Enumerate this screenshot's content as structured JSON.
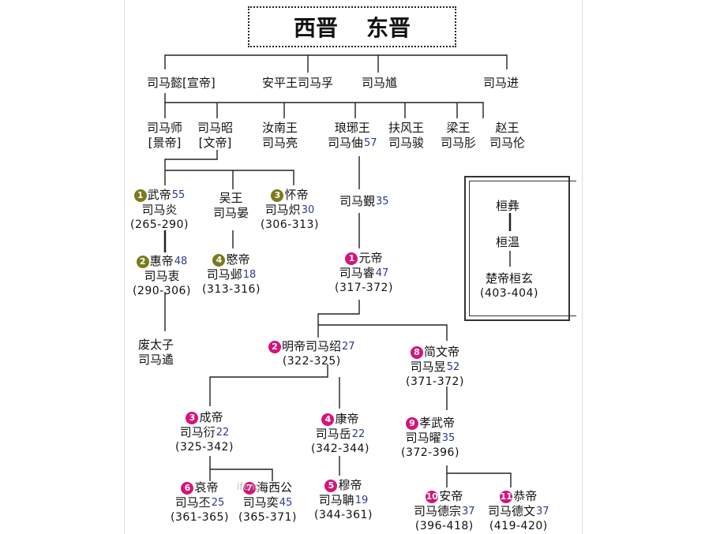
{
  "title": {
    "left": "西晋",
    "right": "东晋"
  },
  "colors": {
    "badge_western": "#7b7a1c",
    "badge_eastern": "#d4147a",
    "age": "#2b3a8f"
  },
  "nodes": {
    "simayi": "司马懿[宣帝]",
    "anping": "安平王司马孚",
    "simakui": "司马馗",
    "simajin": "司马进",
    "simashi": [
      "司马师",
      "[景帝]"
    ],
    "simazhao": [
      "司马昭",
      "[文帝]"
    ],
    "runan": [
      "汝南王",
      "司马亮"
    ],
    "langya": {
      "line1": "琅琊王",
      "line2": "司马伷",
      "age": "57"
    },
    "fufeng": [
      "扶风王",
      "司马骏"
    ],
    "liang": [
      "梁王",
      "司马肜"
    ],
    "zhao": [
      "赵王",
      "司马伦"
    ],
    "wudi": {
      "badge": "1",
      "line1": "武帝",
      "age": "55",
      "line2": "司马炎",
      "years": "(265-290)"
    },
    "wuwang": [
      "吴王",
      "司马晏"
    ],
    "huaidi": {
      "badge": "3",
      "line1": "怀帝",
      "line2": "司马炽",
      "age": "30",
      "years": "(306-313)"
    },
    "simajin2": {
      "name": "司马覲",
      "age": "35"
    },
    "huidi": {
      "badge": "2",
      "line1": "惠帝",
      "age": "48",
      "line2": "司马衷",
      "years": "(290-306)"
    },
    "mindi": {
      "badge": "4",
      "line1": "愍帝",
      "line2": "司马邺",
      "age": "18",
      "years": "(313-316)"
    },
    "yuandi": {
      "badge": "1",
      "line1": "元帝",
      "age": "47",
      "line2": "司马睿",
      "years": "(317-372)"
    },
    "taizi": [
      "废太子",
      "司马遹"
    ],
    "mingdi": {
      "badge": "2",
      "line1": "明帝司马绍",
      "age": "27",
      "years": "(322-325)"
    },
    "jianwen": {
      "badge": "8",
      "line1": "简文帝",
      "line2": "司马昱",
      "age": "52",
      "years": "(371-372)"
    },
    "chengdi": {
      "badge": "3",
      "line1": "成帝",
      "line2": "司马衍",
      "age": "22",
      "years": "(325-342)"
    },
    "kangdi": {
      "badge": "4",
      "line1": "康帝",
      "line2": "司马岳",
      "age": "22",
      "years": "(342-344)"
    },
    "xiaowu": {
      "badge": "9",
      "line1": "孝武帝",
      "line2": "司马曜",
      "age": "35",
      "years": "(372-396)"
    },
    "aidi": {
      "badge": "6",
      "line1": "哀帝",
      "line2": "司马丕",
      "age": "25",
      "years": "(361-365)"
    },
    "haixi": {
      "badge": "7",
      "line1": "海西公",
      "line2": "司马奕",
      "age": "45",
      "years": "(365-371)"
    },
    "mudi": {
      "badge": "5",
      "line1": "穆帝",
      "line2": "司马聃",
      "age": "19",
      "years": "(344-361)"
    },
    "andi": {
      "badge": "10",
      "line1": "安帝",
      "line2": "司马德宗",
      "age": "37",
      "years": "(396-418)"
    },
    "gongdi": {
      "badge": "11",
      "line1": "恭帝",
      "line2": "司马德文",
      "age": "37",
      "years": "(419-420)"
    }
  },
  "side": {
    "a": "桓彝",
    "b": "桓温",
    "c": "楚帝桓玄",
    "years": "(403-404)"
  },
  "watermark": "ifeng"
}
